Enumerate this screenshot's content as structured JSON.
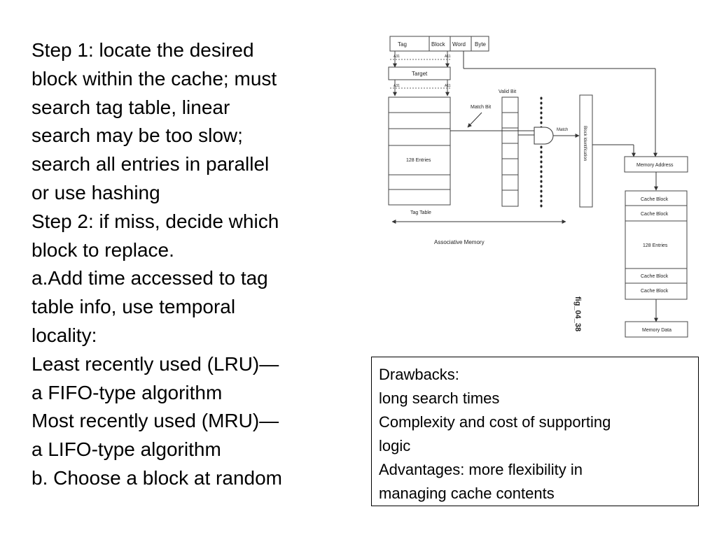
{
  "main_text": {
    "lines": [
      "Step 1:  locate the desired",
      "block within the cache; must",
      "search tag table, linear",
      "search may be too slow;",
      "search all entries in parallel",
      "or use hashing",
      "Step 2: if miss, decide which",
      "block to replace.",
      "a.Add time accessed to tag",
      "table info, use temporal",
      "locality:",
      "Least recently used (LRU)—",
      "a FIFO-type algorithm",
      "Most recently used (MRU)—",
      "a LIFO-type algorithm",
      "b.  Choose a block at random"
    ]
  },
  "figure": {
    "address_fields": [
      "Tag",
      "Block",
      "Word",
      "Byte"
    ],
    "a31_label": "A31",
    "a11_label": "A11",
    "target_label": "Target",
    "a31_label_2": "A31",
    "a11_label_2": "A11",
    "valid_bit_label": "Valid Bit",
    "match_bit_label": "Match Bit",
    "match_label": "Match",
    "block_identification_label": "Block Identification",
    "tag_entries_label": "128 Entries",
    "tag_table_label": "Tag Table",
    "associative_memory_label": "Associative Memory",
    "memory_address_label": "Memory Address",
    "cache_blocks": [
      "Cache Block",
      "Cache Block",
      "128 Entries",
      "Cache Block",
      "Cache Block"
    ],
    "memory_data_label": "Memory Data",
    "fig_id_label": "fig_04_38"
  },
  "drawbacks": {
    "lines": [
      "Drawbacks:",
      "long search times",
      "Complexity and cost of supporting",
      "logic",
      "Advantages: more flexibility in",
      "managing cache contents"
    ]
  }
}
